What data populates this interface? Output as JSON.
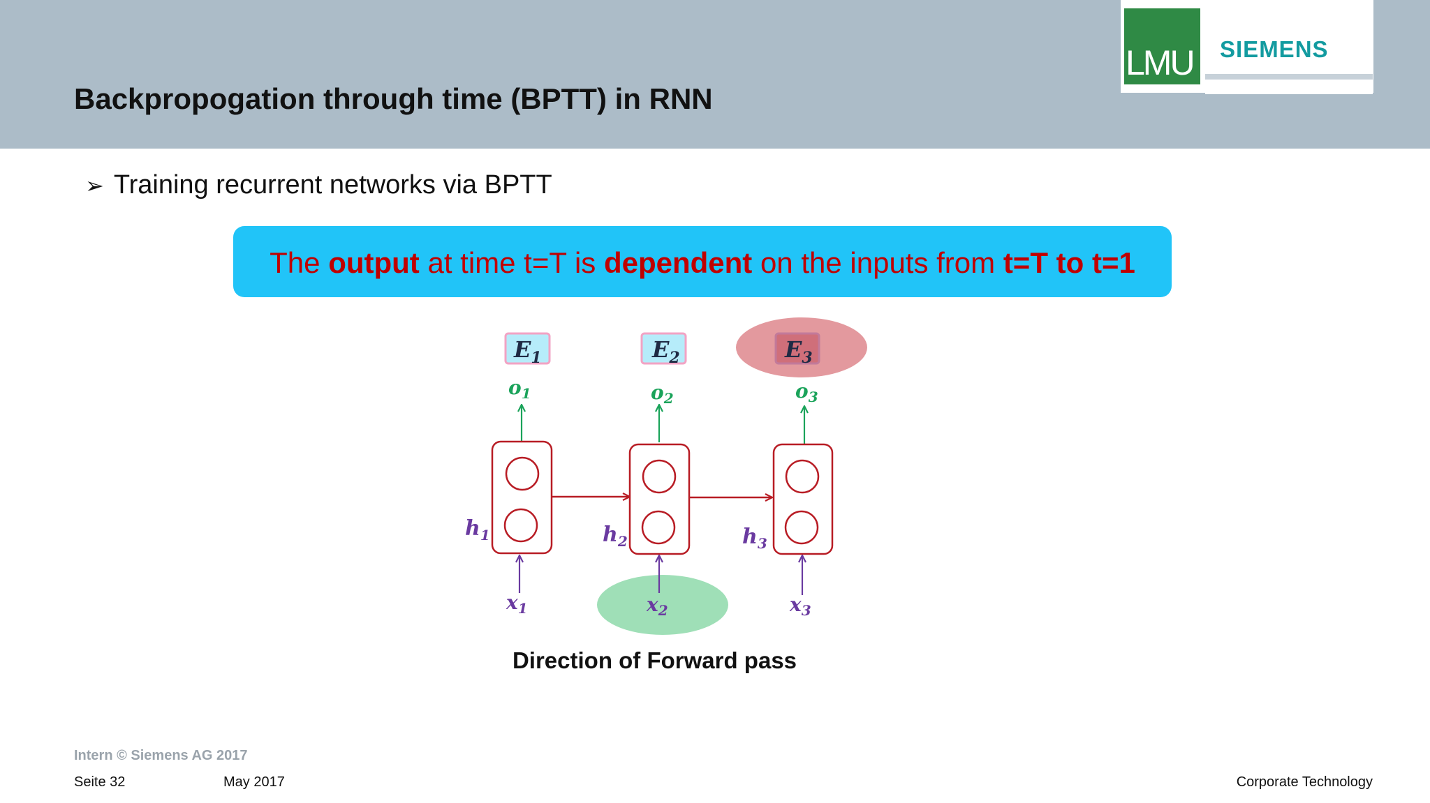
{
  "header": {
    "title": "Backpropogation through time (BPTT) in RNN",
    "lmu_logo_text": "LMU",
    "siemens_logo_text": "SIEMENS"
  },
  "bullet": {
    "symbol": "➢",
    "text": "Training recurrent networks via BPTT"
  },
  "callout": {
    "part1": "The ",
    "part2": "output",
    "part3": " at time t=T is ",
    "part4": "dependent",
    "part5": " on the inputs from ",
    "part6": "t=T to t=1"
  },
  "diagram": {
    "steps": [
      {
        "error": "E",
        "error_sub": "1",
        "output": "o",
        "output_sub": "1",
        "hidden": "h",
        "hidden_sub": "1",
        "input": "x",
        "input_sub": "1"
      },
      {
        "error": "E",
        "error_sub": "2",
        "output": "o",
        "output_sub": "2",
        "hidden": "h",
        "hidden_sub": "2",
        "input": "x",
        "input_sub": "2"
      },
      {
        "error": "E",
        "error_sub": "3",
        "output": "o",
        "output_sub": "3",
        "hidden": "h",
        "hidden_sub": "3",
        "input": "x",
        "input_sub": "3"
      }
    ],
    "caption": "Direction of Forward pass",
    "colors": {
      "cell": "#b81c24",
      "output": "#1aa35a",
      "input": "#6a3aa0",
      "highlight_error": "#e3999e",
      "highlight_input": "#9fdfb7",
      "error_box_fill": "#b6ecfa",
      "error_box_border": "#f2a3c4"
    }
  },
  "footer": {
    "copyright": "Intern © Siemens AG 2017",
    "page": "Seite 32",
    "date": "May 2017",
    "department": "Corporate Technology"
  }
}
